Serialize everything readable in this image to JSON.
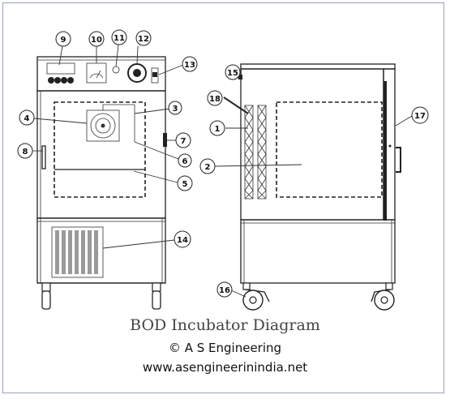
{
  "diagram": {
    "title": "BOD Incubator Diagram",
    "copyright": "© A S Engineering",
    "website": "www.asengineerinindia.net",
    "callouts": [
      "1",
      "2",
      "3",
      "4",
      "5",
      "6",
      "7",
      "8",
      "9",
      "10",
      "11",
      "12",
      "13",
      "14",
      "15",
      "16",
      "17",
      "18"
    ]
  }
}
